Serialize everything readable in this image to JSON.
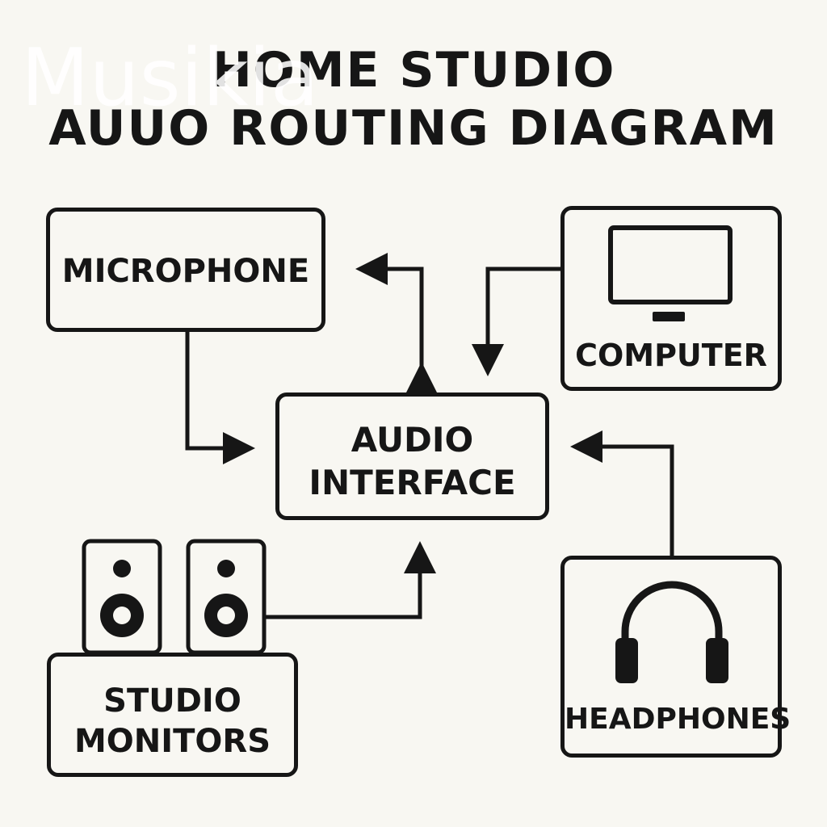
{
  "diagram": {
    "title_line1": "HOME STUDIO",
    "title_line2": "AUUO ROUTING DIAGRAM",
    "watermark": "Musikia",
    "stroke_color": "#161616",
    "background_color": "#f8f7f2",
    "nodes": {
      "microphone": {
        "label": "MICROPHONE"
      },
      "computer": {
        "label": "COMPUTER",
        "icon": "computer-monitor-icon"
      },
      "audio_interface": {
        "label_line1": "AUDIO",
        "label_line2": "INTERFACE"
      },
      "studio_monitors": {
        "label_line1": "STUDIO",
        "label_line2": "MONITORS",
        "icon": "speaker-icon"
      },
      "headphones": {
        "label": "HEADPHONES",
        "icon": "headphones-icon"
      }
    },
    "connections": [
      {
        "from": "microphone",
        "to": "audio_interface"
      },
      {
        "from": "audio_interface",
        "to": "microphone"
      },
      {
        "from": "computer",
        "to": "audio_interface"
      },
      {
        "from": "headphones",
        "to": "audio_interface"
      },
      {
        "from": "studio_monitors",
        "to": "audio_interface"
      }
    ]
  }
}
